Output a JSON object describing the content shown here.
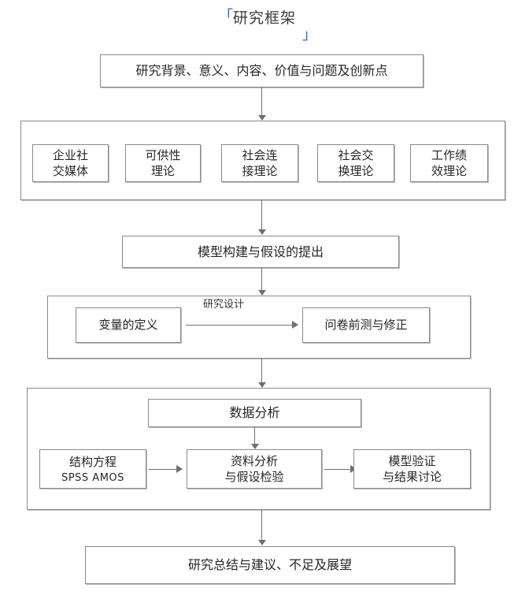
{
  "diagram": {
    "title": "研究框架",
    "bracket_open": "「",
    "bracket_close": "」",
    "accent_color": "#2f5fc4",
    "line_color": "#6f6f6f",
    "box_border_color": "#8a8a8a"
  },
  "nodes": {
    "background": "研究背景、意义、内容、价值与问题及创新点",
    "model": "模型构建与假设的提出",
    "conclusion": "研究总结与建议、不足及展望",
    "data_analysis_header": "数据分析"
  },
  "theories": [
    {
      "label": "企业社\n交媒体"
    },
    {
      "label": "可供性\n理论"
    },
    {
      "label": "社会连\n接理论"
    },
    {
      "label": "社会交\n换理论"
    },
    {
      "label": "工作绩\n效理论"
    }
  ],
  "research_design": {
    "edge_label": "研究设计",
    "left_box": "变量的定义",
    "right_box": "问卷前测与修正"
  },
  "analysis_row": {
    "structural": {
      "line1": "结构方程",
      "line2": "SPSS   AMOS"
    },
    "middle": "资料分析\n与假设检验",
    "right": "模型验证\n与结果讨论"
  }
}
